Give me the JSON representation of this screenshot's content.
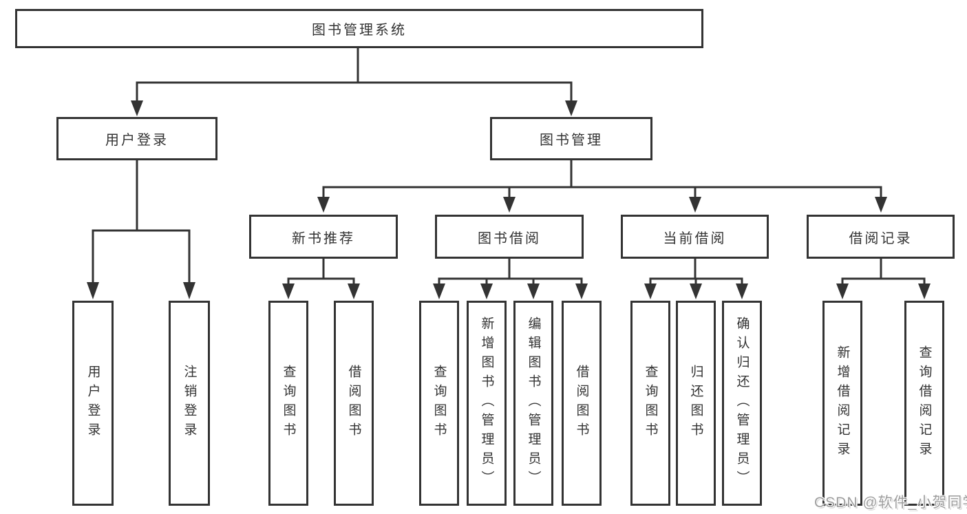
{
  "colors": {
    "line": "#333333",
    "text": "#333333",
    "box_background": "#ffffff",
    "watermark": "#9e9e9e"
  },
  "tree": {
    "root": {
      "label": "图书管理系统"
    },
    "branches": [
      {
        "label": "用户登录",
        "children": [
          "用户登录",
          "注销登录"
        ]
      },
      {
        "label": "图书管理",
        "groups": [
          {
            "label": "新书推荐",
            "children": [
              "查询图书",
              "借阅图书"
            ]
          },
          {
            "label": "图书借阅",
            "children": [
              "查询图书",
              "新增图书（管理员）",
              "编辑图书（管理员）",
              "借阅图书"
            ]
          },
          {
            "label": "当前借阅",
            "children": [
              "查询图书",
              "归还图书",
              "确认归还（管理员）"
            ]
          },
          {
            "label": "借阅记录",
            "children": [
              "新增借阅记录",
              "查询借阅记录"
            ]
          }
        ]
      }
    ]
  },
  "watermark": {
    "text": "CSDN @软件_小贺同学"
  }
}
